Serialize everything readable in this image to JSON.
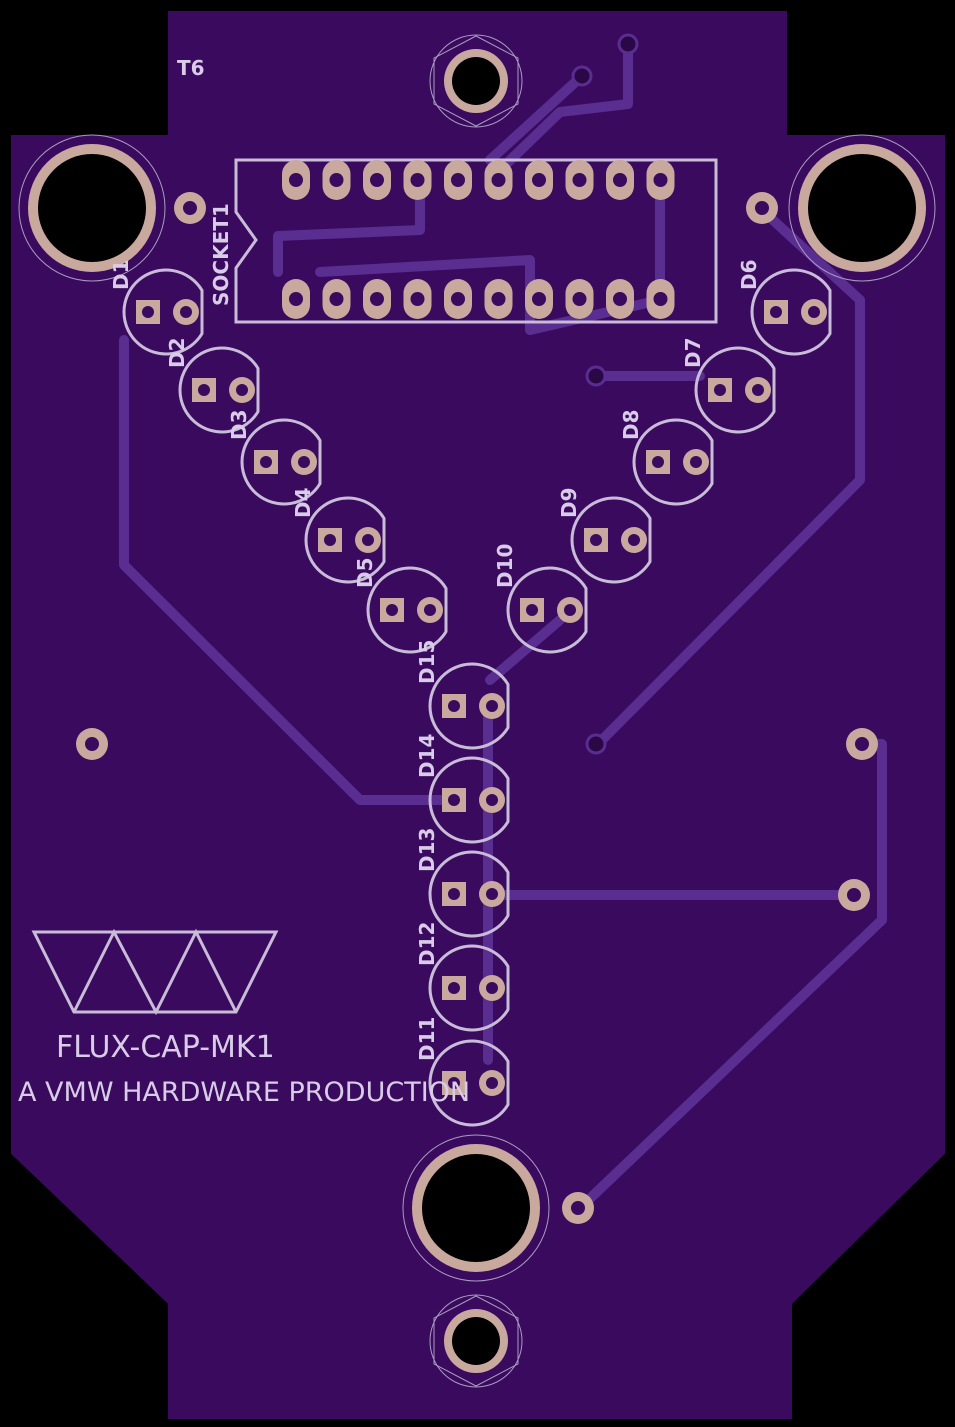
{
  "board": {
    "name": "FLUX-CAP-MK1",
    "credit": "A VMW HARDWARE PRODUCTION",
    "corner_label": "T6",
    "socket_label": "SOCKET1",
    "colors": {
      "background": "#000000",
      "board": "#3a0a5e",
      "trace": "#5a2d90",
      "silkscreen": "#c8bcd8",
      "copper": "#c9a89e"
    }
  },
  "leds": [
    {
      "label": "D1"
    },
    {
      "label": "D2"
    },
    {
      "label": "D3"
    },
    {
      "label": "D4"
    },
    {
      "label": "D5"
    },
    {
      "label": "D6"
    },
    {
      "label": "D7"
    },
    {
      "label": "D8"
    },
    {
      "label": "D9"
    },
    {
      "label": "D10"
    },
    {
      "label": "D11"
    },
    {
      "label": "D12"
    },
    {
      "label": "D13"
    },
    {
      "label": "D14"
    },
    {
      "label": "D15"
    }
  ]
}
